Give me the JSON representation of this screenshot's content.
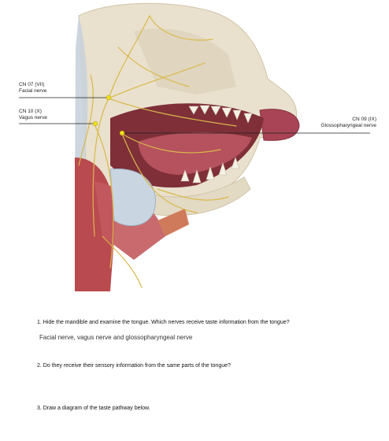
{
  "labels": {
    "facial": {
      "code": "CN 07 (VII)",
      "name": "Facial nerve"
    },
    "vagus": {
      "code": "CN 10 (X)",
      "name": "Vagus nerve"
    },
    "glosso": {
      "code": "CN 09 (IX)",
      "name": "Glossopharyngeal nerve"
    }
  },
  "questions": [
    {
      "text": "1. Hide the mandible and examine the tongue. Which nerves receive taste information from the tongue?"
    },
    {
      "text": "2. Do they receive their sensory information from the same parts of the tongue?"
    },
    {
      "text": "3. Draw a diagram of the taste pathway below."
    }
  ],
  "answer": "Facial nerve, vagus nerve and glossopharyngeal nerve",
  "colors": {
    "nerve": "#d9b84a",
    "bone": "#e8e0cc",
    "muscle": "#b94a4f",
    "tongue": "#b5525e",
    "marker": "#f2e11a",
    "cartilage": "#c9d6e2"
  }
}
